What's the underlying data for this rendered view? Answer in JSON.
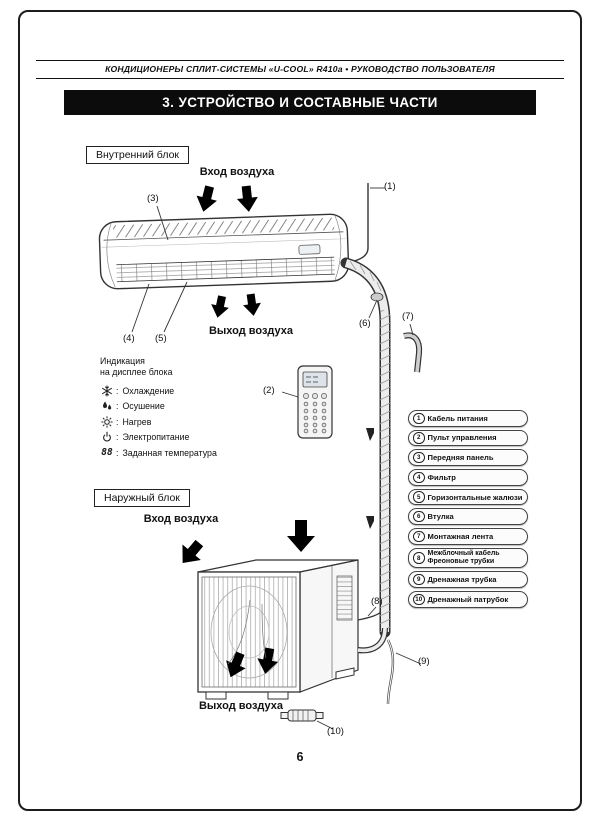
{
  "page": {
    "header": "КОНДИЦИОНЕРЫ СПЛИТ-СИСТЕМЫ «U-COOL» R410a • РУКОВОДСТВО ПОЛЬЗОВАТЕЛЯ",
    "section_title": "3. УСТРОЙСТВО И СОСТАВНЫЕ ЧАСТИ",
    "page_number": "6"
  },
  "indoor": {
    "label": "Внутренний блок",
    "air_in": "Вход воздуха",
    "air_out": "Выход воздуха"
  },
  "outdoor": {
    "label": "Наружный блок",
    "air_in": "Вход воздуха",
    "air_out": "Выход воздуха"
  },
  "legend": {
    "title_line1": "Индикация",
    "title_line2": "на дисплее блока",
    "sep": ":",
    "items": [
      {
        "icon": "snowflake-icon",
        "label": "Охлаждение"
      },
      {
        "icon": "drops-icon",
        "label": "Осушение"
      },
      {
        "icon": "sun-icon",
        "label": "Нагрев"
      },
      {
        "icon": "power-icon",
        "label": "Электропитание"
      },
      {
        "icon": "temperature-digits-icon",
        "glyph": "88",
        "label": "Заданная температура"
      }
    ]
  },
  "callouts": {
    "c1": "(1)",
    "c2": "(2)",
    "c3": "(3)",
    "c4": "(4)",
    "c5": "(5)",
    "c6": "(6)",
    "c7": "(7)",
    "c8": "(8)",
    "c9": "(9)",
    "c10": "(10)"
  },
  "parts": [
    {
      "num": "1",
      "label": "Кабель питания"
    },
    {
      "num": "2",
      "label": "Пульт управления"
    },
    {
      "num": "3",
      "label": "Передняя панель"
    },
    {
      "num": "4",
      "label": "Фильтр"
    },
    {
      "num": "5",
      "label": "Горизонтальные жалюзи"
    },
    {
      "num": "6",
      "label": "Втулка"
    },
    {
      "num": "7",
      "label": "Монтажная лента"
    },
    {
      "num": "8",
      "label": "Межблочный кабель",
      "label2": "Фреоновые трубки"
    },
    {
      "num": "9",
      "label": "Дренажная трубка"
    },
    {
      "num": "10",
      "label": "Дренажный патрубок"
    }
  ]
}
